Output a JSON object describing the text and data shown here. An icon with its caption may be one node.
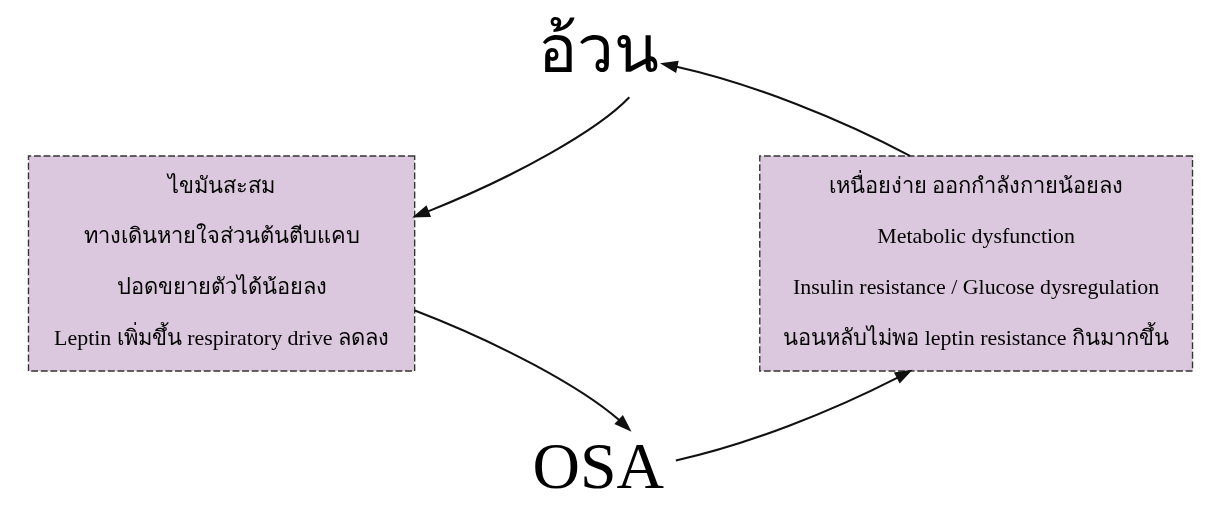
{
  "diagram": {
    "nodes": [
      {
        "text": [
          "อ้วน"
        ]
      },
      {
        "text": [
          "ไขมันสะสม",
          "ทางเดินหายใจส่วนต้นตีบแคบ",
          "ปอดขยายตัวได้น้อยลง",
          "Leptin เพิ่มขึ้น respiratory drive ลดลง"
        ]
      },
      {
        "text": [
          "OSA"
        ]
      },
      {
        "text": [
          "เหนื่อยง่าย ออกกำลังกายน้อยลง",
          "Metabolic dysfunction",
          "Insulin resistance / Glucose dysregulation",
          "นอนหลับไม่พอ leptin resistance กินมากขึ้น"
        ]
      }
    ],
    "edges": [
      {
        "from": 3,
        "to": 0,
        "arrow": "to"
      },
      {
        "from": 0,
        "to": 1,
        "arrow": "to"
      },
      {
        "from": 1,
        "to": 2,
        "arrow": "to"
      },
      {
        "from": 2,
        "to": 3,
        "arrow": "to"
      }
    ]
  }
}
